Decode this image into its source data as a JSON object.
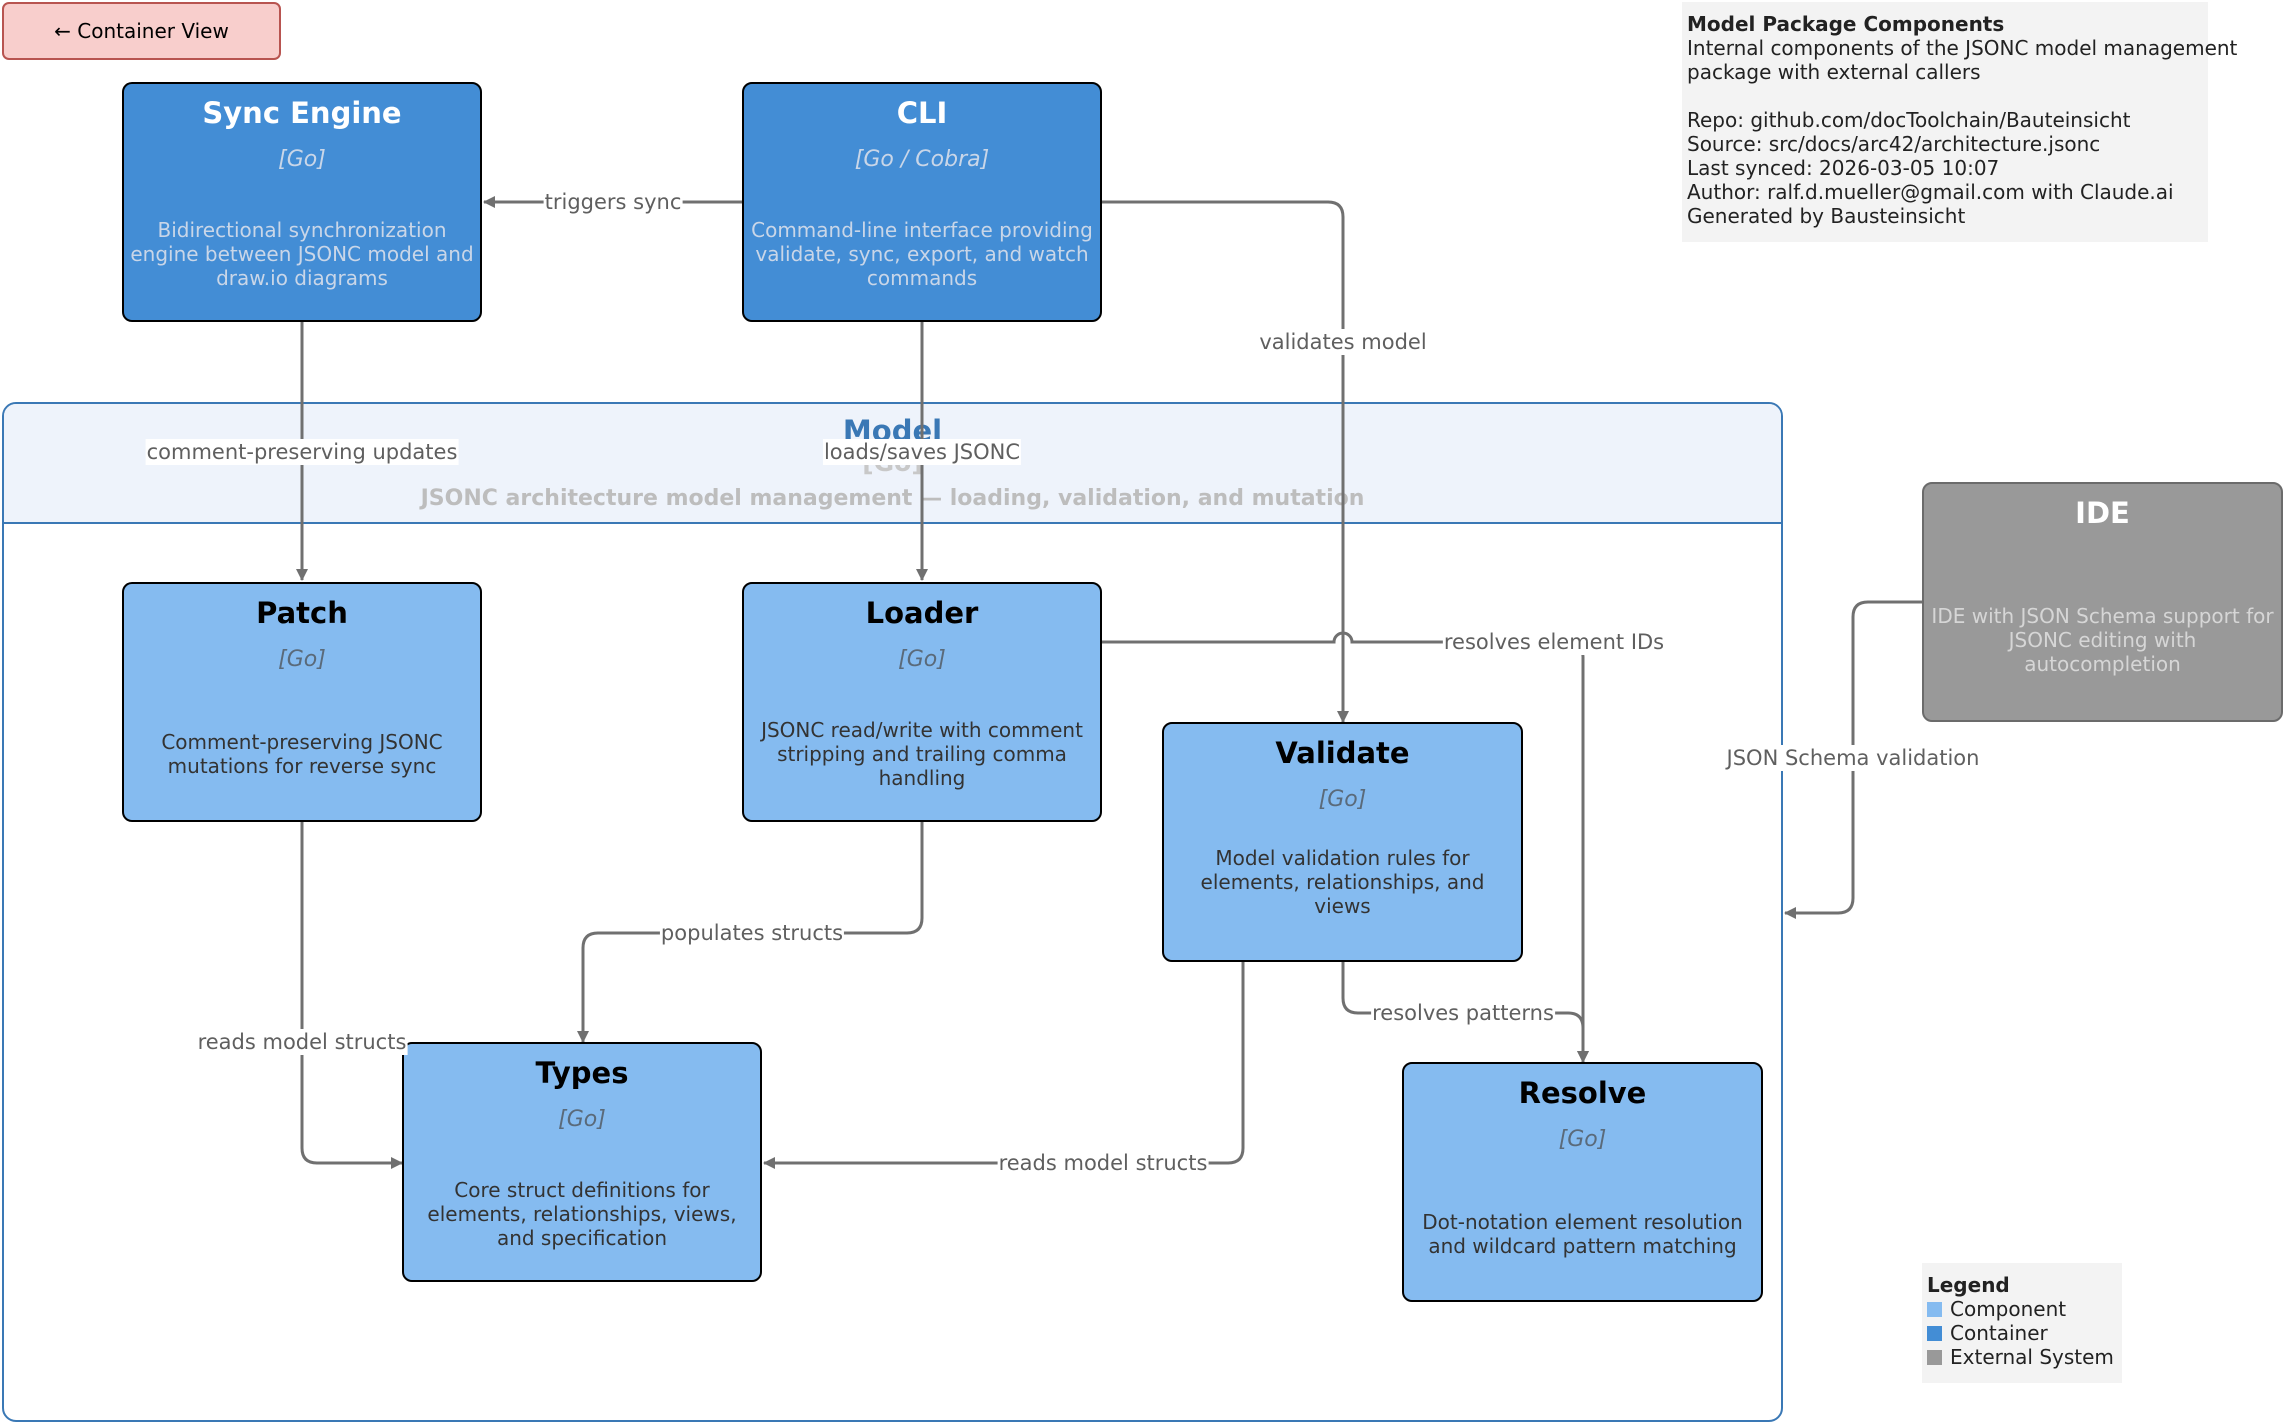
{
  "nav": {
    "container_view_label": "← Container View"
  },
  "info": {
    "title": "Model Package Components",
    "description_line1": "Internal components of the JSONC model management",
    "description_line2": "package with external callers",
    "repo": "Repo: github.com/docToolchain/Bauteinsicht",
    "source": "Source: src/docs/arc42/architecture.jsonc",
    "last_synced": "Last synced: 2026-03-05 10:07",
    "author": "Author: ralf.d.mueller@gmail.com with Claude.ai",
    "generated_by": "Generated by Bausteinsicht"
  },
  "boundary": {
    "title": "Model",
    "technology": "[Go]",
    "description": "JSONC architecture model management — loading, validation, and mutation"
  },
  "nodes": {
    "sync_engine": {
      "title": "Sync Engine",
      "technology": "[Go]",
      "description": "Bidirectional synchronization engine between JSONC model and draw.io diagrams"
    },
    "cli": {
      "title": "CLI",
      "technology": "[Go / Cobra]",
      "description": "Command-line interface providing validate, sync, export, and watch commands"
    },
    "ide": {
      "title": "IDE",
      "description": "IDE with JSON Schema support for JSONC editing with autocompletion"
    },
    "patch": {
      "title": "Patch",
      "technology": "[Go]",
      "description": "Comment-preserving JSONC mutations for reverse sync"
    },
    "loader": {
      "title": "Loader",
      "technology": "[Go]",
      "description": "JSONC read/write with comment stripping and trailing comma handling"
    },
    "validate": {
      "title": "Validate",
      "technology": "[Go]",
      "description": "Model validation rules for elements, relationships, and views"
    },
    "types": {
      "title": "Types",
      "technology": "[Go]",
      "description": "Core struct definitions for elements, relationships, views, and specification"
    },
    "resolve": {
      "title": "Resolve",
      "technology": "[Go]",
      "description": "Dot-notation element resolution and wildcard pattern matching"
    }
  },
  "edges": {
    "triggers_sync": "triggers sync",
    "validates_model": "validates model",
    "comment_preserving_updates": "comment-preserving updates",
    "loads_saves_jsonc": "loads/saves JSONC",
    "resolves_element_ids": "resolves element IDs",
    "json_schema_validation": "JSON Schema validation",
    "populates_structs": "populates structs",
    "reads_model_structs_patch": "reads model structs",
    "resolves_patterns": "resolves patterns",
    "reads_model_structs_validate": "reads model structs"
  },
  "legend": {
    "title": "Legend",
    "items": [
      {
        "label": "Component",
        "color": "#85bbf0"
      },
      {
        "label": "Container",
        "color": "#438dd5"
      },
      {
        "label": "External System",
        "color": "#999999"
      }
    ]
  },
  "colors": {
    "component": "#85bbf0",
    "container": "#438dd5",
    "external": "#999999",
    "boundary": "#3a78b5",
    "nav_button": "#f8cecc",
    "edge": "#707070"
  }
}
